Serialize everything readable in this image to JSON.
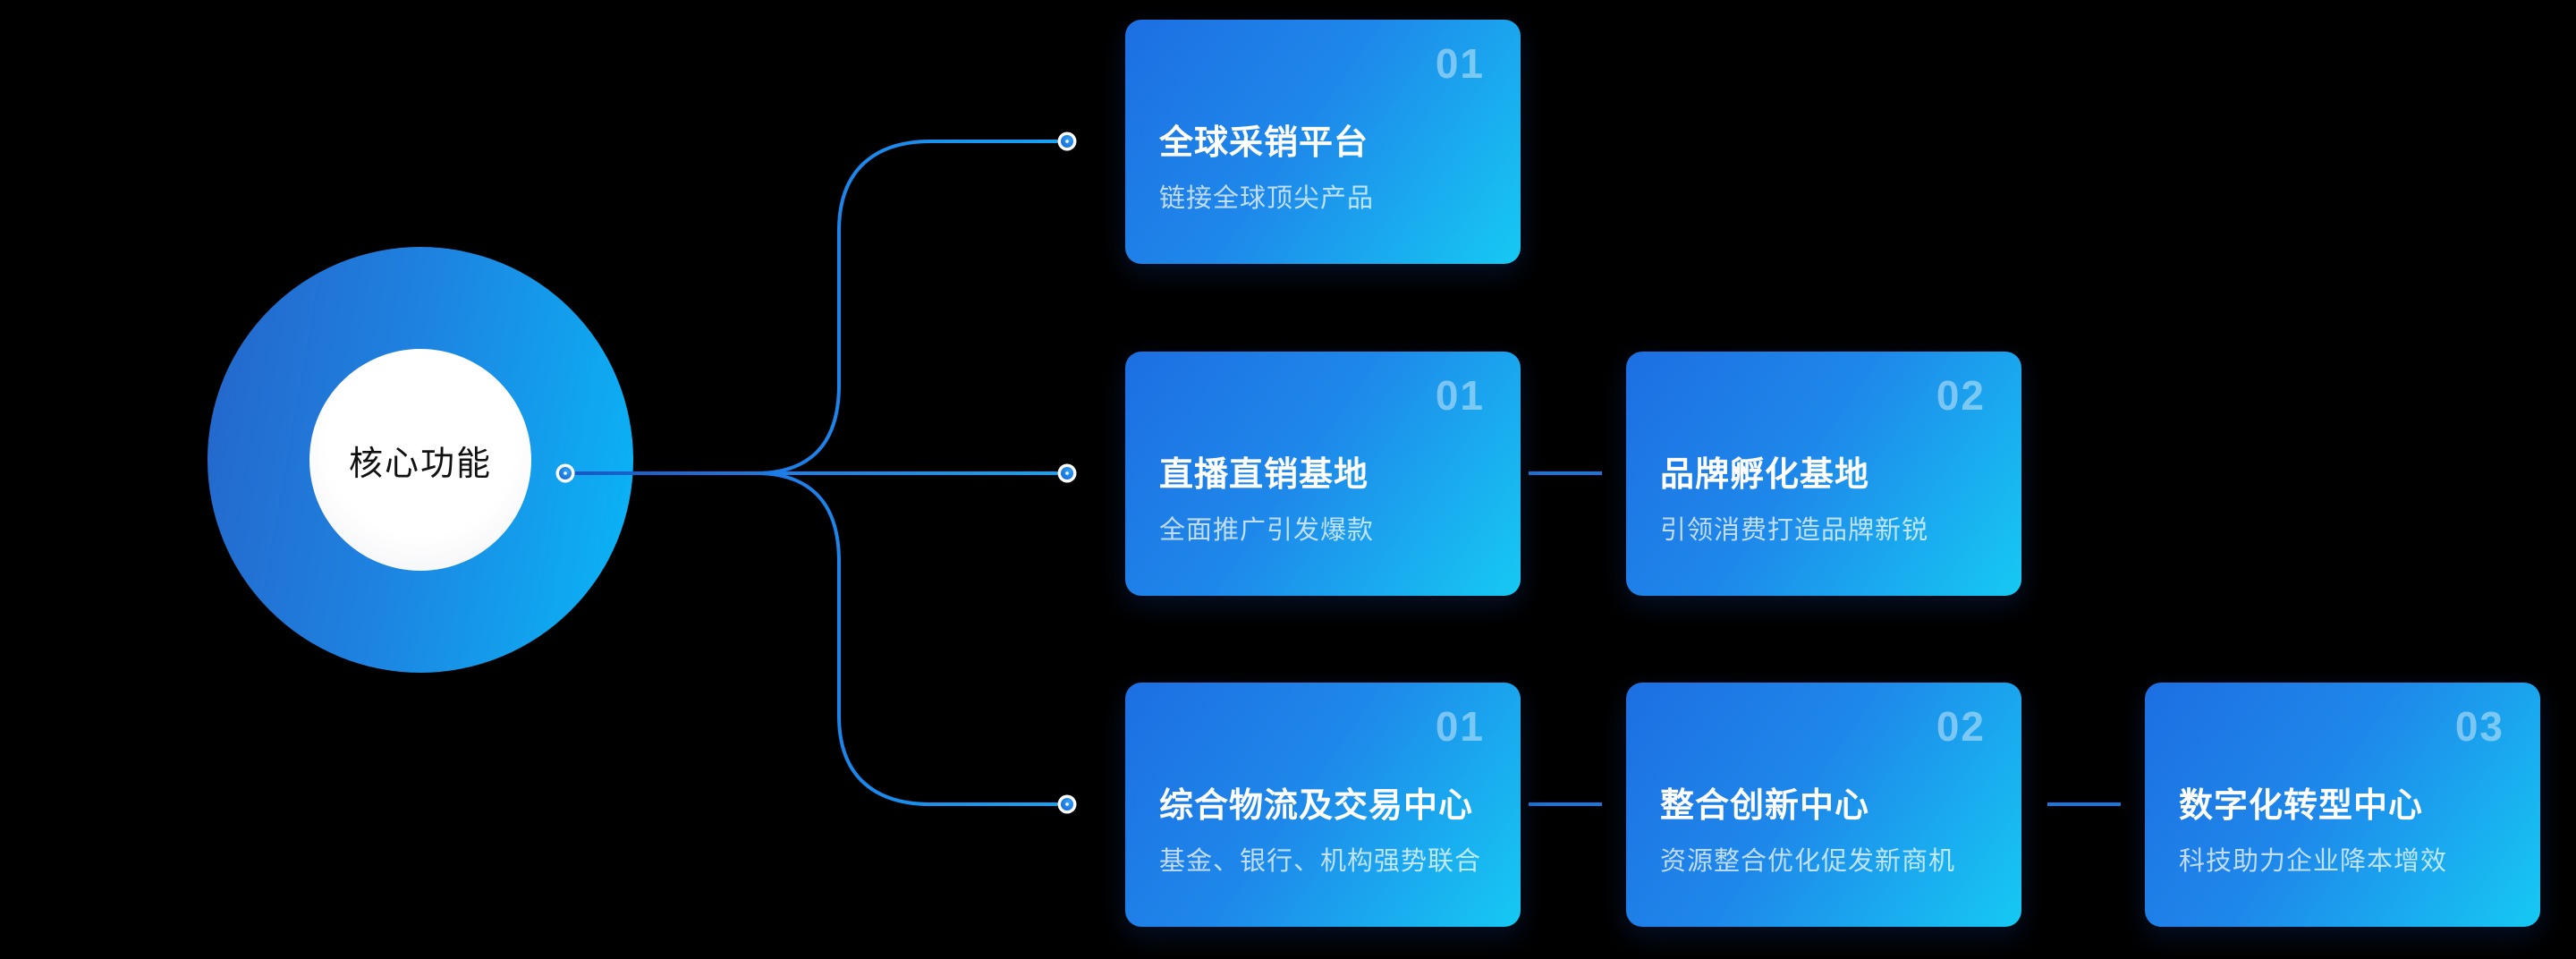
{
  "center": {
    "label": "核心功能"
  },
  "colors": {
    "background": "#000000",
    "circle_gradient_start": "#2565ca",
    "circle_gradient_end": "#09b7f7",
    "inner_circle": "#ffffff",
    "card_gradient_start": "#1d6fe2",
    "card_gradient_end": "#16c9f3",
    "wire_dark": "#1c55c2",
    "wire_bright": "#17a4f4",
    "card_link_line": "#1b76e0",
    "title_text": "#ffffff",
    "subtitle_text": "rgba(255,255,255,0.72)",
    "number_text": "rgba(255,255,255,0.42)",
    "center_text": "#111111"
  },
  "branches": [
    {
      "cards": [
        {
          "num": "01",
          "title": "全球采销平台",
          "subtitle": "链接全球顶尖产品"
        }
      ]
    },
    {
      "cards": [
        {
          "num": "01",
          "title": "直播直销基地",
          "subtitle": "全面推广引发爆款"
        },
        {
          "num": "02",
          "title": "品牌孵化基地",
          "subtitle": "引领消费打造品牌新锐"
        }
      ]
    },
    {
      "cards": [
        {
          "num": "01",
          "title": "综合物流及交易中心",
          "subtitle": "基金、银行、机构强势联合"
        },
        {
          "num": "02",
          "title": "整合创新中心",
          "subtitle": "资源整合优化促发新商机"
        },
        {
          "num": "03",
          "title": "数字化转型中心",
          "subtitle": "科技助力企业降本增效"
        }
      ]
    }
  ]
}
